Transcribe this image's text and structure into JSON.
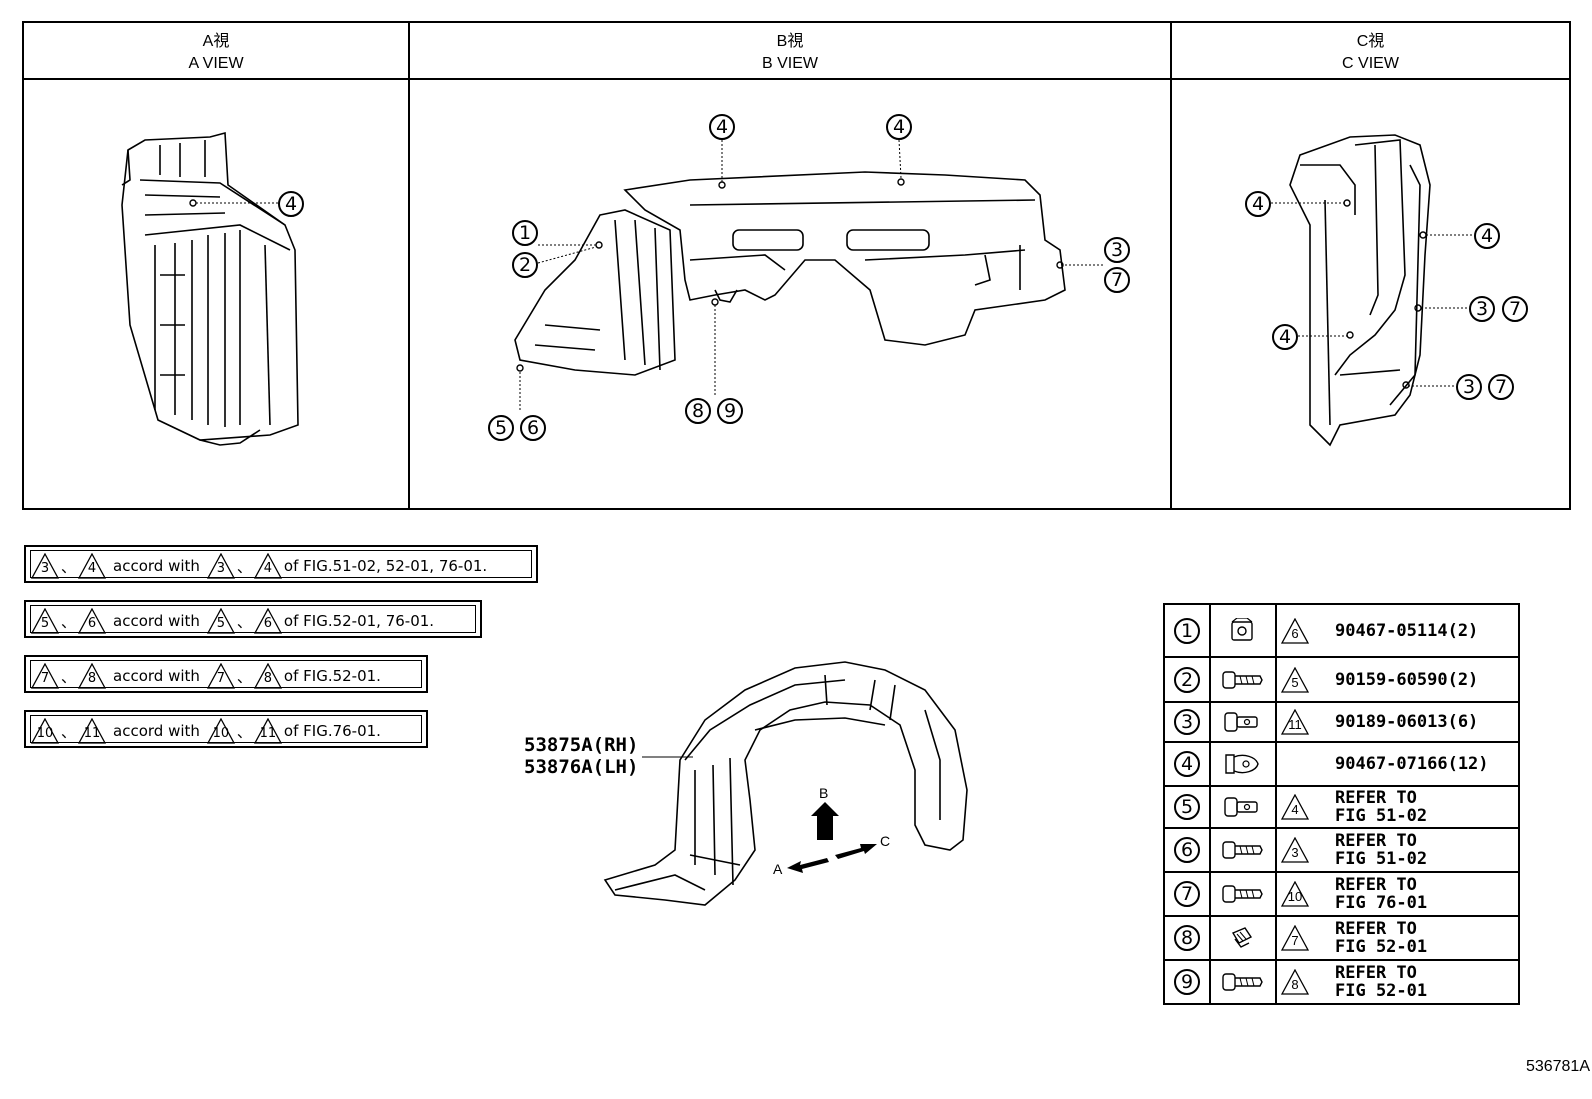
{
  "views": {
    "a": {
      "jp": "A視",
      "en": "A VIEW"
    },
    "b": {
      "jp": "B視",
      "en": "B VIEW"
    },
    "c": {
      "jp": "C視",
      "en": "C VIEW"
    }
  },
  "a_view_callouts": [
    "4"
  ],
  "b_view_callouts": {
    "c1": "1",
    "c2": "2",
    "c3": "3",
    "c7": "7",
    "c4a": "4",
    "c4b": "4",
    "c5": "5",
    "c6": "6",
    "c8": "8",
    "c9": "9"
  },
  "c_view_callouts": {
    "c4a": "4",
    "c4b": "4",
    "c4c": "4",
    "c3a": "3",
    "c7a": "7",
    "c3b": "3",
    "c7b": "7"
  },
  "notes": [
    {
      "t1": "3",
      "t2": "4",
      "text": "accord with",
      "t3": "3",
      "t4": "4",
      "ref": "of FIG.51-02, 52-01, 76-01."
    },
    {
      "t1": "5",
      "t2": "6",
      "text": "accord with",
      "t3": "5",
      "t4": "6",
      "ref": "of FIG.52-01, 76-01."
    },
    {
      "t1": "7",
      "t2": "8",
      "text": "accord with",
      "t3": "7",
      "t4": "8",
      "ref": "of FIG.52-01."
    },
    {
      "t1": "10",
      "t2": "11",
      "text": "accord with",
      "t3": "10",
      "t4": "11",
      "ref": "of FIG.76-01."
    }
  ],
  "separator": "、",
  "main_part": {
    "rh": "53875A(RH)",
    "lh": "53876A(LH)"
  },
  "direction_labels": {
    "a": "A",
    "b": "B",
    "c": "C"
  },
  "legend": [
    {
      "num": "1",
      "icon": "clip-nut-icon",
      "tri": "6",
      "text": "90467-05114(2)"
    },
    {
      "num": "2",
      "icon": "screw-icon",
      "tri": "5",
      "text": "90159-60590(2)"
    },
    {
      "num": "3",
      "icon": "bolt-icon",
      "tri": "11",
      "text": "90189-06013(6)"
    },
    {
      "num": "4",
      "icon": "push-clip-icon",
      "tri": "",
      "text": "90467-07166(12)"
    },
    {
      "num": "5",
      "icon": "bolt-icon",
      "tri": "4",
      "text": "REFER TO\nFIG 51-02"
    },
    {
      "num": "6",
      "icon": "screw-icon",
      "tri": "3",
      "text": "REFER TO\nFIG 51-02"
    },
    {
      "num": "7",
      "icon": "screw-icon",
      "tri": "10",
      "text": "REFER TO\nFIG 76-01"
    },
    {
      "num": "8",
      "icon": "clip-icon",
      "tri": "7",
      "text": "REFER TO\nFIG 52-01"
    },
    {
      "num": "9",
      "icon": "screw-icon",
      "tri": "8",
      "text": "REFER TO\nFIG 52-01"
    }
  ],
  "figure_id": "536781A"
}
